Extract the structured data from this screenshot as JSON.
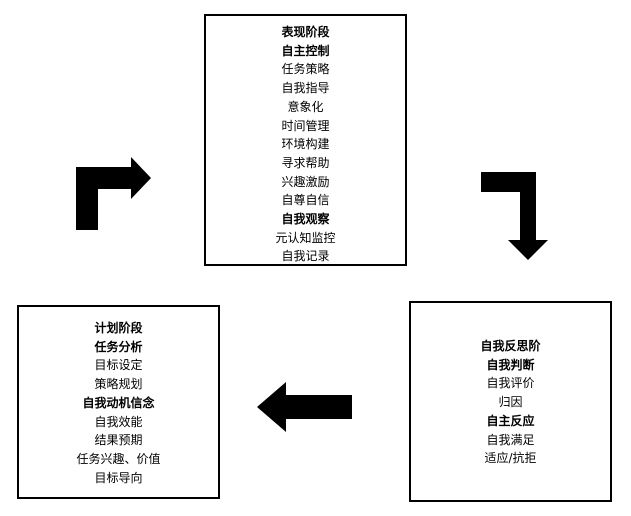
{
  "top_box": {
    "lines": [
      {
        "text": "表现阶段",
        "bold": true
      },
      {
        "text": "自主控制",
        "bold": true
      },
      {
        "text": "任务策略",
        "bold": false
      },
      {
        "text": "自我指导",
        "bold": false
      },
      {
        "text": "意象化",
        "bold": false
      },
      {
        "text": "时间管理",
        "bold": false
      },
      {
        "text": "环境构建",
        "bold": false
      },
      {
        "text": "寻求帮助",
        "bold": false
      },
      {
        "text": "兴趣激励",
        "bold": false
      },
      {
        "text": "自尊自信",
        "bold": false
      },
      {
        "text": "自我观察",
        "bold": true
      },
      {
        "text": "元认知监控",
        "bold": false
      },
      {
        "text": "自我记录",
        "bold": false
      }
    ]
  },
  "left_box": {
    "lines": [
      {
        "text": "计划阶段",
        "bold": true
      },
      {
        "text": "任务分析",
        "bold": true
      },
      {
        "text": "目标设定",
        "bold": false
      },
      {
        "text": "策略规划",
        "bold": false
      },
      {
        "text": "自我动机信念",
        "bold": true
      },
      {
        "text": "自我效能",
        "bold": false
      },
      {
        "text": "结果预期",
        "bold": false
      },
      {
        "text": "任务兴趣、价值",
        "bold": false
      },
      {
        "text": "目标导向",
        "bold": false
      }
    ]
  },
  "right_box": {
    "lines": [
      {
        "text": "自我反思阶",
        "bold": true
      },
      {
        "text": "自我判断",
        "bold": true
      },
      {
        "text": "自我评价",
        "bold": false
      },
      {
        "text": "归因",
        "bold": false
      },
      {
        "text": "自主反应",
        "bold": true
      },
      {
        "text": "自我满足",
        "bold": false
      },
      {
        "text": "适应/抗拒",
        "bold": false
      }
    ]
  }
}
